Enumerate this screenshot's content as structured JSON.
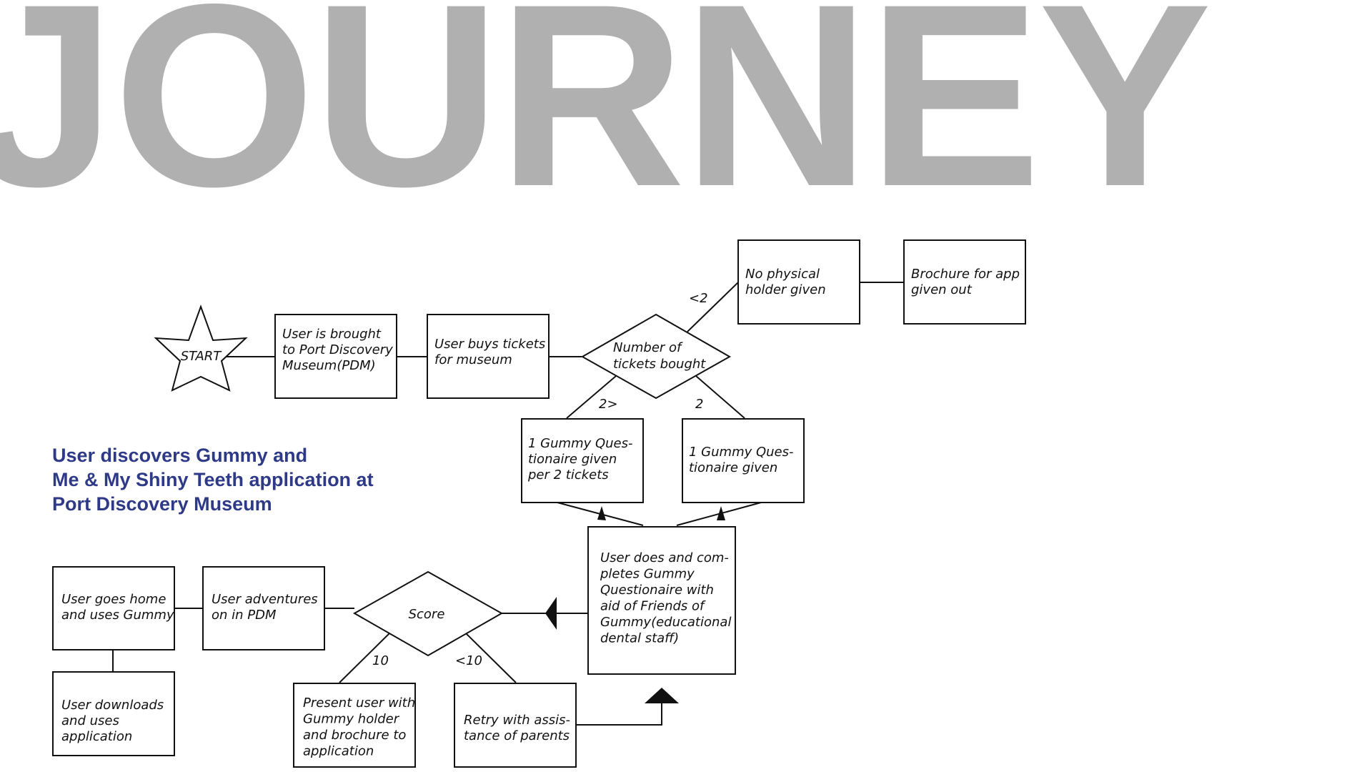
{
  "hero_title": "JOURNEY",
  "subtitle_lines": [
    "User discovers Gummy and",
    "Me & My Shiny Teeth application at",
    "Port Discovery Museum"
  ],
  "colors": {
    "hero_gray": "#b0b0b0",
    "subtitle_blue": "#2e3a87"
  },
  "nodes": {
    "start": {
      "lines": [
        "START"
      ]
    },
    "brought": {
      "lines": [
        "User is brought",
        "to Port Discovery",
        "Museum(PDM)"
      ]
    },
    "buys": {
      "lines": [
        "User buys tickets",
        "for museum"
      ]
    },
    "tickets": {
      "lines": [
        "Number of",
        "tickets bought"
      ]
    },
    "no_holder": {
      "lines": [
        "No physical",
        "holder given"
      ]
    },
    "brochure": {
      "lines": [
        "Brochure for app",
        "given out"
      ]
    },
    "q_per2": {
      "lines": [
        "1 Gummy Ques-",
        "tionaire given",
        "per 2 tickets"
      ]
    },
    "q_one": {
      "lines": [
        "1 Gummy Ques-",
        "tionaire given"
      ]
    },
    "completes": {
      "lines": [
        "User does and com-",
        "pletes Gummy",
        "Questionaire with",
        "aid of Friends of",
        "Gummy(educational",
        "dental staff)"
      ]
    },
    "score": {
      "lines": [
        "Score"
      ]
    },
    "adventures": {
      "lines": [
        "User adventures",
        "on in PDM"
      ]
    },
    "home": {
      "lines": [
        "User goes home",
        "and uses Gummy"
      ]
    },
    "downloads": {
      "lines": [
        "User downloads",
        "and uses",
        "application"
      ]
    },
    "present": {
      "lines": [
        "Present user with",
        "Gummy holder",
        "and brochure to",
        "application"
      ]
    },
    "retry": {
      "lines": [
        "Retry with assis-",
        "tance of parents"
      ]
    }
  },
  "edge_labels": {
    "lt2": "<2",
    "gt2": "2>",
    "eq2": "2",
    "ten": "10",
    "lt10": "<10"
  }
}
